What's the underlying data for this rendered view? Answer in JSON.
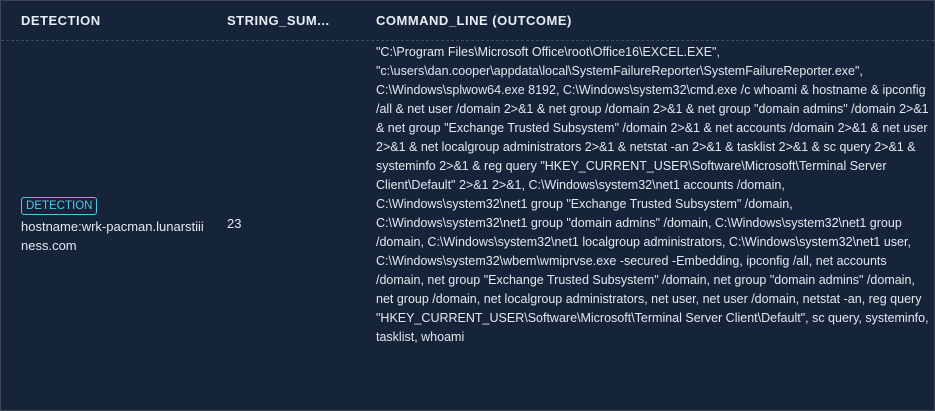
{
  "table": {
    "columns": [
      "DETECTION",
      "STRING_SUM...",
      "COMMAND_LINE (OUTCOME)"
    ],
    "rows": [
      {
        "badge": "DETECTION",
        "hostname": "hostname:wrk-pacman.lunarstiiiness.com",
        "string_sum": "23",
        "command_line": "\"C:\\Program Files\\Microsoft Office\\root\\Office16\\EXCEL.EXE\", \"c:\\users\\dan.cooper\\appdata\\local\\SystemFailureReporter\\SystemFailureReporter.exe\", C:\\Windows\\splwow64.exe 8192, C:\\Windows\\system32\\cmd.exe /c whoami & hostname & ipconfig /all & net user /domain 2>&1 & net group /domain 2>&1 & net group \"domain admins\" /domain 2>&1 & net group \"Exchange Trusted Subsystem\" /domain 2>&1 & net accounts /domain 2>&1 & net user 2>&1 & net localgroup administrators 2>&1 & netstat -an 2>&1 & tasklist 2>&1 & sc query 2>&1 & systeminfo 2>&1 & reg query \"HKEY_CURRENT_USER\\Software\\Microsoft\\Terminal Server Client\\Default\" 2>&1 2>&1, C:\\Windows\\system32\\net1 accounts /domain, C:\\Windows\\system32\\net1 group \"Exchange Trusted Subsystem\" /domain, C:\\Windows\\system32\\net1 group \"domain admins\" /domain, C:\\Windows\\system32\\net1 group /domain, C:\\Windows\\system32\\net1 localgroup administrators, C:\\Windows\\system32\\net1 user, C:\\Windows\\system32\\wbem\\wmiprvse.exe -secured -Embedding, ipconfig /all, net accounts /domain, net group \"Exchange Trusted Subsystem\" /domain, net group \"domain admins\" /domain, net group /domain, net localgroup administrators, net user, net user /domain, netstat -an, reg query \"HKEY_CURRENT_USER\\Software\\Microsoft\\Terminal Server Client\\Default\", sc query, systeminfo, tasklist, whoami"
      }
    ]
  },
  "colors": {
    "background": "#16243a",
    "badge": "#4dc7e6",
    "text": "#e1e7ee",
    "border": "#3b4554"
  }
}
